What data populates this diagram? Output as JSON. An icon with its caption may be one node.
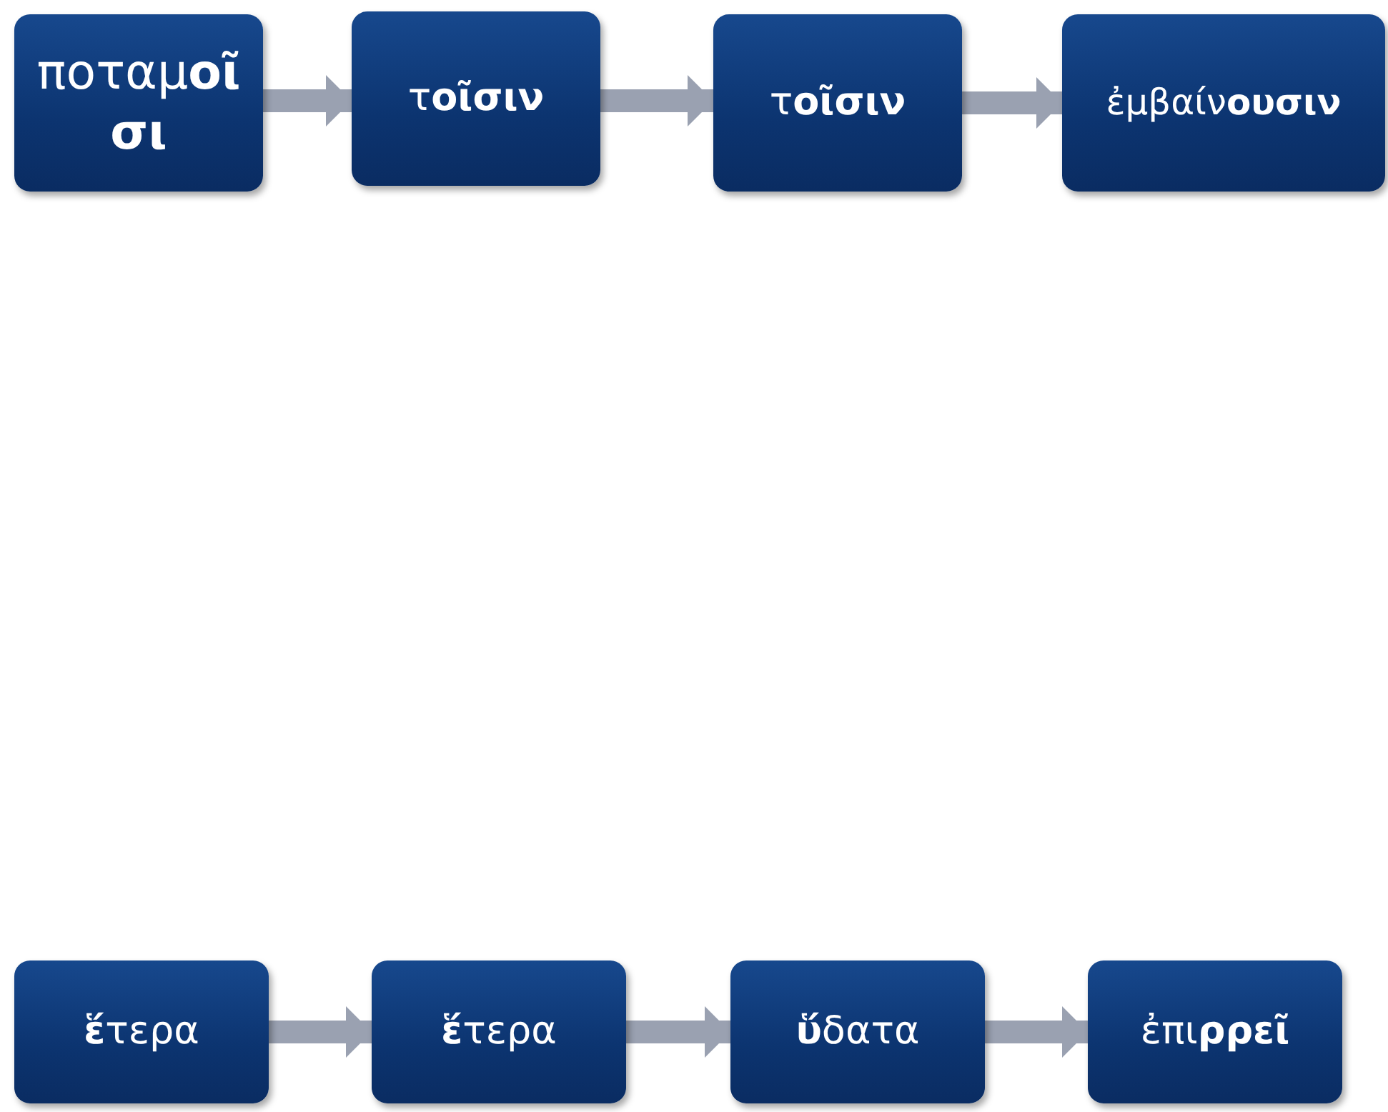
{
  "diagram": {
    "nodes": [
      {
        "text": [
          "ποταμ**οῖσι**"
        ]
      },
      {
        "text": [
          "τ**οῖσιν**"
        ]
      },
      {
        "text": [
          "τ**οῖσιν**"
        ]
      },
      {
        "text": [
          "ἐμβαίν**ουσιν**"
        ]
      },
      {
        "text": [
          "**ἕ**τερα"
        ]
      },
      {
        "text": [
          "**ἕ**τερα"
        ]
      },
      {
        "text": [
          "**ὕ**δατα"
        ]
      },
      {
        "text": [
          "ἐπι**ρρεῖ**"
        ]
      }
    ],
    "edges": [
      {
        "from": 0,
        "to": 1,
        "arrow": "to"
      },
      {
        "from": 1,
        "to": 2,
        "arrow": "to"
      },
      {
        "from": 2,
        "to": 3,
        "arrow": "to"
      },
      {
        "from": 4,
        "to": 5,
        "arrow": "to"
      },
      {
        "from": 5,
        "to": 6,
        "arrow": "to"
      },
      {
        "from": 6,
        "to": 7,
        "arrow": "to"
      }
    ]
  }
}
